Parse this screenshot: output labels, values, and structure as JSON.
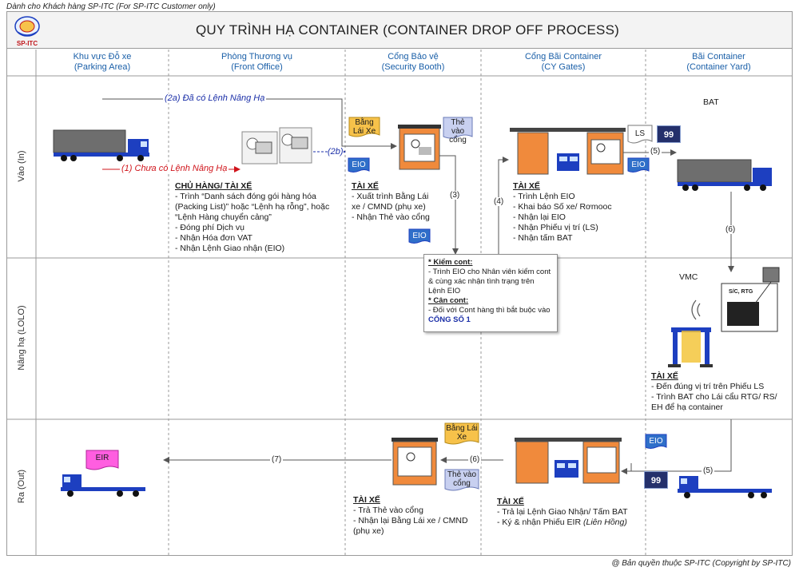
{
  "header": {
    "top_note": "Dành cho Khách hàng SP-ITC (For SP-ITC Customer only)",
    "logo_text": "SP-ITC",
    "title": "QUY TRÌNH HẠ CONTAINER (CONTAINER DROP OFF PROCESS)",
    "footer": "@ Bản quyền thuộc SP-ITC (Copyright by SP-ITC)"
  },
  "columns": [
    {
      "vi": "Khu vực Đỗ xe",
      "en": "(Parking Area)"
    },
    {
      "vi": "Phòng Thương vụ",
      "en": "(Front Office)"
    },
    {
      "vi": "Cổng Bảo vệ",
      "en": "(Security Booth)"
    },
    {
      "vi": "Cổng Bãi Container",
      "en": "(CY Gates)"
    },
    {
      "vi": "Bãi Container",
      "en": "(Container Yard)"
    }
  ],
  "rows": [
    {
      "label": "Vào (In)"
    },
    {
      "label": "Nâng hạ (LOLO)"
    },
    {
      "label": "Ra (Out)"
    }
  ],
  "flows": {
    "f2a": "(2a) Đã có Lệnh Nâng Hạ",
    "f1": "(1) Chưa có Lệnh Nâng Hạ",
    "f2b": "(2b)",
    "f3": "(3)",
    "f4": "(4)",
    "f5_in": "(5)",
    "f6_in": "(6)",
    "f5_out": "(5)",
    "f6_out": "(6)",
    "f7": "(7)"
  },
  "tags": {
    "bang_lai_xe": "Bằng Lái Xe",
    "the_vao_cong": "Thẻ vào cổng",
    "eio": "EIO",
    "ls": "LS",
    "n99": "99",
    "bat": "BAT",
    "vmc": "VMC",
    "eir": "EIR",
    "screen": "S/C, RTG"
  },
  "texts": {
    "front_office": {
      "heading": "CHỦ HÀNG/ TÀI XẾ",
      "lines": [
        "- Trình “Danh sách đóng gói hàng hóa",
        "(Packing List)” hoặc “Lệnh hạ rỗng”, hoặc",
        "“Lệnh Hàng chuyển cảng”",
        "- Đóng phí Dịch vụ",
        "- Nhận Hóa đơn VAT",
        "- Nhận Lệnh Giao nhận (EIO)"
      ]
    },
    "security_in": {
      "heading": "TÀI XẾ",
      "lines": [
        "- Xuất trình Bằng Lái",
        "xe / CMND (phụ xe)",
        "- Nhận Thẻ vào cổng"
      ]
    },
    "gate_in": {
      "heading": "TÀI XẾ",
      "lines": [
        "- Trình Lệnh EIO",
        "- Khai báo Số xe/ Rơmooc",
        "- Nhận lại EIO",
        "- Nhận Phiếu vị trí (LS)",
        "- Nhận tấm BAT"
      ]
    },
    "yard_lolo": {
      "heading": "TÀI XẾ",
      "lines": [
        "- Đến đúng vị trí trên Phiếu LS",
        "- Trình BAT cho Lái cẩu RTG/ RS/",
        "EH để hạ container"
      ]
    },
    "security_out": {
      "heading": "TÀI XẾ",
      "lines": [
        "- Trả Thẻ vào cổng",
        "- Nhận lại Bằng Lái xe / CMND",
        "(phụ xe)"
      ]
    },
    "gate_out": {
      "heading": "TÀI XẾ",
      "line1": "- Trả lại Lệnh Giao Nhận/ Tấm BAT",
      "line2_a": "- Ký & nhận Phiếu EIR ",
      "line2_b": "(Liên Hồng)"
    },
    "note": {
      "h1": "* Kiểm cont:",
      "l1": "- Trình EIO cho Nhân viên kiểm cont",
      "l2": "& cùng xác nhận tình trạng trên",
      "l3": "Lệnh EIO",
      "h2": "* Cân cont:",
      "l4": "- Đối với Cont hàng thì bắt buộc vào",
      "l5": "CỔNG SỐ 1"
    }
  },
  "colors": {
    "column_header": "#1a5fa8",
    "red_flow": "#d0141b",
    "blue_flow": "#1b2fa8",
    "truck_cab": "#1d3fc0",
    "container": "#6e6e6e",
    "booth": "#f08a3c",
    "tag_yellow": "#f7c24a",
    "tag_blue": "#2f6fc9",
    "tag_lavender": "#c8d0f0",
    "eir_pink": "#ff5ee0"
  }
}
